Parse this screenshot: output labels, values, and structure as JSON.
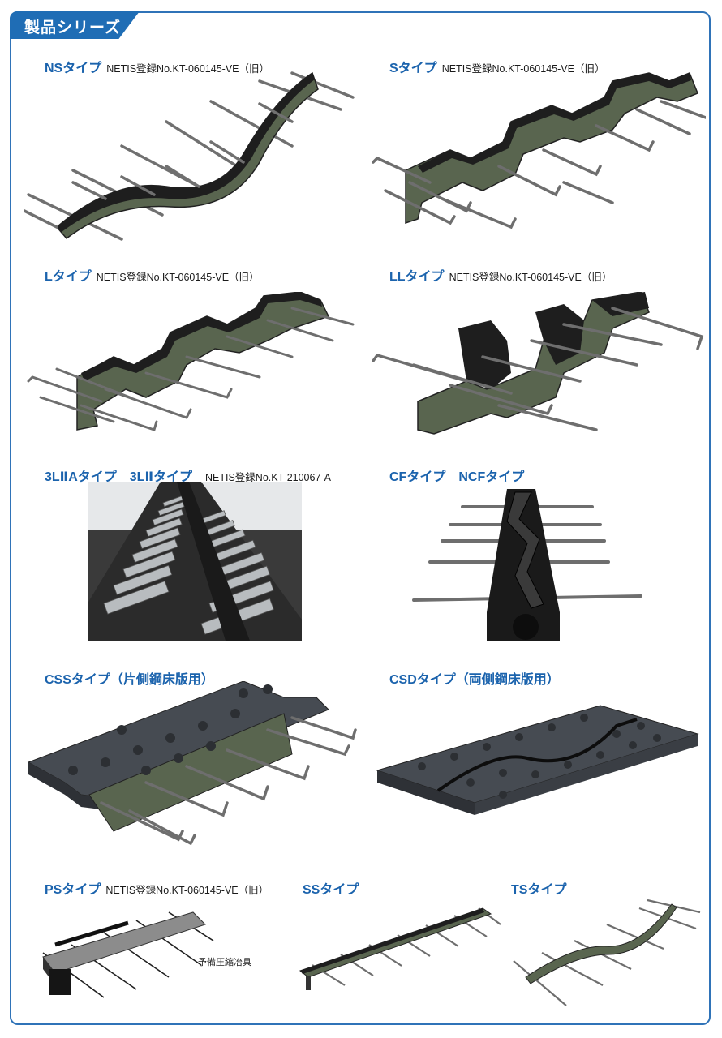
{
  "header": {
    "title": "製品シリーズ"
  },
  "products": {
    "ns": {
      "name": "NSタイプ",
      "netis": "NETIS登録No.KT-060145-VE（旧）"
    },
    "s": {
      "name": "Sタイプ",
      "netis": "NETIS登録No.KT-060145-VE（旧）"
    },
    "l": {
      "name": "Lタイプ",
      "netis": "NETIS登録No.KT-060145-VE（旧）"
    },
    "ll": {
      "name": "LLタイプ",
      "netis": "NETIS登録No.KT-060145-VE（旧）"
    },
    "l3": {
      "name": "3LⅡAタイプ　3LⅡタイプ",
      "netis": "NETIS登録No.KT-210067-A"
    },
    "cf": {
      "name": "CFタイプ　NCFタイプ"
    },
    "css": {
      "name": "CSSタイプ（片側鋼床版用）"
    },
    "csd": {
      "name": "CSDタイプ（両側鋼床版用）"
    },
    "ps": {
      "name": "PSタイプ",
      "netis": "NETIS登録No.KT-060145-VE（旧）",
      "note": "予備圧縮冶具"
    },
    "ss": {
      "name": "SSタイプ"
    },
    "ts": {
      "name": "TSタイプ"
    }
  },
  "colors": {
    "accent": "#1f6db5",
    "steel_green": "#59654f",
    "rubber": "#1e1e1e",
    "rebar": "#6e6e6e"
  }
}
